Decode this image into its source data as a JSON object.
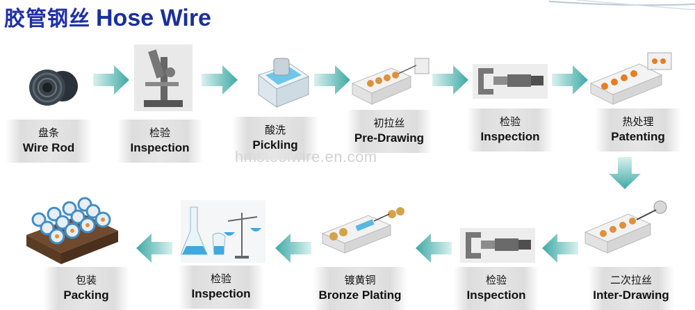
{
  "title": {
    "cn": "胶管钢丝",
    "en": "Hose Wire"
  },
  "watermark": "hmsteelwire.en.com",
  "steps": [
    {
      "cn": "盘条",
      "en": "Wire Rod"
    },
    {
      "cn": "检验",
      "en": "Inspection"
    },
    {
      "cn": "酸洗",
      "en": "Pickling"
    },
    {
      "cn": "初拉丝",
      "en": "Pre-Drawing"
    },
    {
      "cn": "检验",
      "en": "Inspection"
    },
    {
      "cn": "热处理",
      "en": "Patenting"
    },
    {
      "cn": "二次拉丝",
      "en": "Inter-Drawing"
    },
    {
      "cn": "检验",
      "en": "Inspection"
    },
    {
      "cn": "镀黄铜",
      "en": "Bronze Plating"
    },
    {
      "cn": "检验",
      "en": "Inspection"
    },
    {
      "cn": "包装",
      "en": "Packing"
    }
  ],
  "icons": [
    "wire-rod-coil",
    "microscope",
    "pickling-tank",
    "drawing-machine",
    "micrometer",
    "annealing-furnace",
    "drawing-machine",
    "micrometer",
    "plating-line",
    "lab-glassware",
    "pallet-of-spools"
  ],
  "colors": {
    "title": "#1f2fa8",
    "arrow": "#4fb8b4",
    "watermark": "#d2d2d2"
  }
}
